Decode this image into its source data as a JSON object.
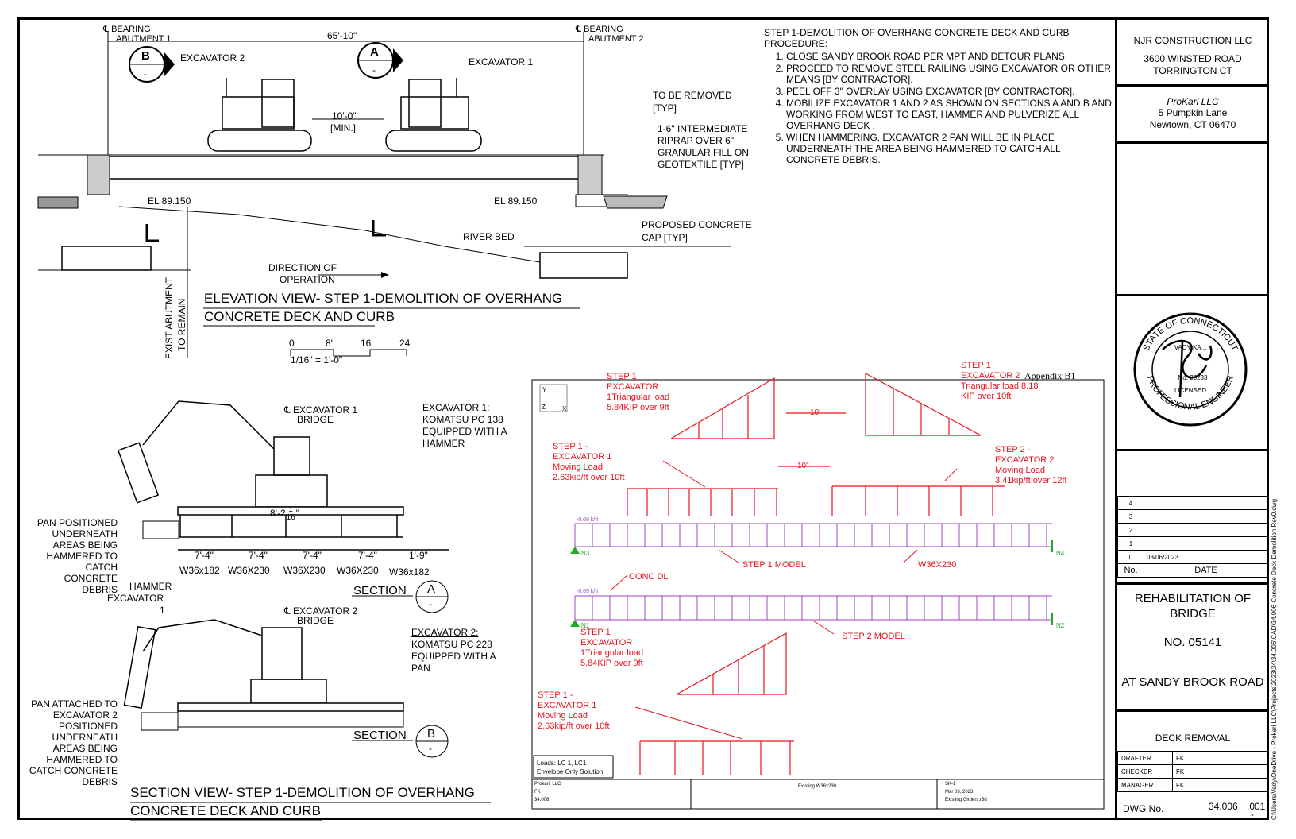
{
  "elevation": {
    "bearing1_symbol": "℄",
    "bearing1_line1": "BEARING",
    "bearing1_line2": "ABUTMENT 1",
    "bearing2_symbol": "℄",
    "bearing2_line1": "BEARING",
    "bearing2_line2": "ABUTMENT 2",
    "span": "65'-10\"",
    "tag_b_letter": "B",
    "tag_b_sub": "-",
    "tag_a_letter": "A",
    "tag_a_sub": "-",
    "excavator2": "EXCAVATOR 2",
    "excavator1": "EXCAVATOR 1",
    "spacing_line1": "10'-0\"",
    "spacing_line2": "[MIN.]",
    "to_be_removed_1": "TO BE REMOVED",
    "to_be_removed_2": "[TYP]",
    "riprap_1": "1-6\" INTERMEDIATE",
    "riprap_2": "RIPRAP OVER 6\"",
    "riprap_3": "GRANULAR FILL ON",
    "riprap_4": "GEOTEXTILE [TYP]",
    "el_left": "EL 89.150",
    "el_right": "EL 89.150",
    "river_bed": "RIVER BED",
    "concrete_cap_1": "PROPOSED CONCRETE",
    "concrete_cap_2": "CAP [TYP]",
    "direction_1": "DIRECTION OF",
    "direction_2": "OPERATION",
    "exist_abut_1": "EXIST ABUTMENT",
    "exist_abut_2": "TO REMAIN",
    "title_1": "ELEVATION VIEW- STEP 1-DEMOLITION OF OVERHANG",
    "title_2": "CONCRETE DECK AND CURB",
    "scale_labels": [
      "0",
      "8'",
      "16'",
      "24'"
    ],
    "scale_text": "1/16\" = 1'-0\""
  },
  "procedure": {
    "title_1": "STEP 1-DEMOLITION OF OVERHANG CONCRETE DECK AND CURB",
    "title_2": "PROCEDURE:",
    "steps": [
      "CLOSE SANDY BROOK ROAD PER MPT AND DETOUR PLANS.",
      "PROCEED TO REMOVE STEEL RAILING USING EXCAVATOR OR OTHER MEANS [BY CONTRACTOR].",
      "PEEL OFF 3\" OVERLAY USING EXCAVATOR [BY CONTRACTOR].",
      "MOBILIZE EXCAVATOR 1 AND 2 AS SHOWN ON SECTIONS A AND B AND WORKING FROM WEST TO EAST, HAMMER AND PULVERIZE ALL OVERHANG DECK .",
      "WHEN HAMMERING, EXCAVATOR 2 PAN WILL BE IN PLACE UNDERNEATH THE AREA BEING HAMMERED TO CATCH ALL CONCRETE DEBRIS."
    ]
  },
  "section_a": {
    "bridge_line_1": "℄ EXCAVATOR 1",
    "bridge_line_2": "BRIDGE",
    "excavator_title": "EXCAVATOR 1:",
    "excavator_desc_1": "KOMATSU PC 138",
    "excavator_desc_2": "EQUIPPED WITH A",
    "excavator_desc_3": "HAMMER",
    "offset_whole": "8'-2",
    "offset_num": "1",
    "offset_den": "16",
    "offset_tail": "\"",
    "pan_note": [
      "PAN POSITIONED",
      "UNDERNEATH",
      "AREAS BEING",
      "HAMMERED TO",
      "CATCH CONCRETE",
      "DEBRIS"
    ],
    "spacings": [
      "7'-4\"",
      "7'-4\"",
      "7'-4\"",
      "7'-4\"",
      "1'-9\""
    ],
    "girders": [
      "W36x182",
      "W36X230",
      "W36X230",
      "W36X230",
      "W36x182"
    ],
    "section_label": "SECTION",
    "tag_letter": "A",
    "tag_sub": "-"
  },
  "section_b": {
    "hammer_1": "HAMMER",
    "hammer_2": "EXCAVATOR",
    "hammer_3": "1",
    "bridge_line_1": "℄ EXCAVATOR 2",
    "bridge_line_2": "BRIDGE",
    "excavator_title": "EXCAVATOR 2:",
    "excavator_desc_1": "KOMATSU PC 228",
    "excavator_desc_2": "EQUIPPED WITH A",
    "excavator_desc_3": "PAN",
    "pan_note": [
      "PAN ATTACHED TO",
      "EXCAVATOR  2",
      "POSITIONED",
      "UNDERNEATH",
      "AREAS BEING",
      "HAMMERED TO",
      "CATCH CONCRETE",
      "DEBRIS"
    ],
    "section_label": "SECTION",
    "tag_letter": "B",
    "tag_sub": "-",
    "title_1": "SECTION VIEW- STEP 1-DEMOLITION OF OVERHANG",
    "title_2": "CONCRETE DECK AND CURB"
  },
  "model": {
    "appendix": "Appendix B1",
    "axis_y": "Y",
    "axis_z": "Z",
    "axis_x": "X",
    "load1": [
      "STEP 1",
      "EXCAVATOR",
      "1Triangular load",
      "5.84KIP over 9ft"
    ],
    "load2": [
      "STEP 1",
      "EXCAVATOR 2",
      "Triangular load 8.18",
      "KIP over 10ft"
    ],
    "gap1": "10'",
    "gap2": "10'",
    "load3": [
      "STEP 1 -",
      "EXCAVATOR 1",
      "Moving Load",
      "2.63kip/ft over 10ft"
    ],
    "load4": [
      "STEP 2 -",
      "EXCAVATOR 2",
      "Moving Load",
      "3.41kip/ft over 12ft"
    ],
    "dl1": "-0.69 k/ft",
    "n3": "N3",
    "n4": "N4",
    "model1": "STEP 1 MODEL",
    "beam1": "W36X230",
    "conc_dl": "CONC DL",
    "dl2": "-0.69 k/ft",
    "n1": "N1",
    "n2": "N2",
    "model2": "STEP 2 MODEL",
    "load5": [
      "STEP 1",
      "EXCAVATOR",
      "1Triangular load",
      "5.84KIP over 9ft"
    ],
    "load6": [
      "STEP 1 -",
      "EXCAVATOR 1",
      "Moving Load",
      "2.63kip/ft over 10ft"
    ],
    "legend_1": "Loads: LC 1, LC1",
    "legend_2": "Envelope Only Solution",
    "footer_company": "Prokari, LLC",
    "footer_fk": "FK",
    "footer_job": "34.006",
    "footer_title": "Existing W36x230",
    "footer_sheet": "SK-1",
    "footer_date": "Mar 03, 2023",
    "footer_file": "Existing Girders.r3d"
  },
  "titleblock": {
    "company": "NJR CONSTRUCTION LLC",
    "address_1": "3600 WINSTED ROAD",
    "address_2": "TORRINGTON CT",
    "engineer": "ProKari LLC",
    "eng_address_1": "5 Pumpkin Lane",
    "eng_address_2": "Newtown, CT 06470",
    "seal_top": "STATE OF CONNECTICUT",
    "seal_name": "VADY KA...",
    "seal_no": "No. 26233",
    "seal_lic": "LICENSED",
    "seal_bottom": "PROFESSIONAL ENGINEER",
    "revisions": [
      {
        "no": "4",
        "date": ""
      },
      {
        "no": "3",
        "date": ""
      },
      {
        "no": "2",
        "date": ""
      },
      {
        "no": "1",
        "date": ""
      },
      {
        "no": "0",
        "date": "03/06/2023"
      }
    ],
    "rev_no_header": "No.",
    "rev_date_header": "DATE",
    "project_1": "REHABILITATION OF",
    "project_2": "BRIDGE",
    "project_3": "NO. 05141",
    "project_4": "AT SANDY BROOK ROAD",
    "sheet_title": "DECK REMOVAL",
    "crew": [
      {
        "role": "DRAFTER",
        "name": "FK"
      },
      {
        "role": "CHECKER",
        "name": "FK"
      },
      {
        "role": "MANAGER",
        "name": "FK"
      }
    ],
    "dwg_label": "DWG No.",
    "dwg_no": "34.006",
    "dwg_sheet": ".001",
    "dwg_sub": "-",
    "file_path": "C:\\Users\\Vady\\OneDrive - Prokari LLC\\Projects\\2023\\34\\34.006\\CAD\\34.006 Concrete Deck Demolition Rev0.dwg"
  }
}
